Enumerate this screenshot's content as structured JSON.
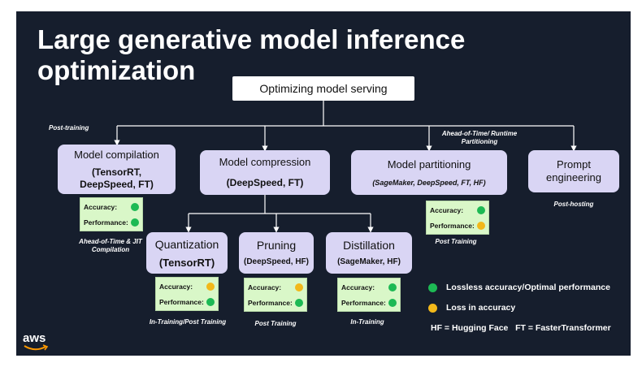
{
  "title_line1": "Large generative model inference",
  "title_line2": "optimization",
  "root": "Optimizing model serving",
  "labels": {
    "post_training": "Post-training",
    "ahead_runtime_l1": "Ahead-of-Time/ Runtime",
    "ahead_runtime_l2": "Partitioning",
    "post_hosting": "Post-hosting",
    "ahead_jit_l1": "Ahead-of-Time & JIT",
    "ahead_jit_l2": "Compilation",
    "post_training_cap1": "Post Training",
    "in_post_training": "In-Training/Post Training",
    "post_training_cap2": "Post Training",
    "in_training": "In-Training"
  },
  "boxes": {
    "compilation": {
      "title": "Model compilation",
      "sub1": "(TensorRT,",
      "sub2": "DeepSpeed, FT)"
    },
    "compression": {
      "title": "Model compression",
      "sub": "(DeepSpeed, FT)"
    },
    "partitioning": {
      "title": "Model partitioning",
      "sub": "(SageMaker, DeepSpeed, FT, HF)"
    },
    "prompt": {
      "title1": "Prompt",
      "title2": "engineering"
    },
    "quantization": {
      "title": "Quantization",
      "sub": "(TensorRT)"
    },
    "pruning": {
      "title": "Pruning",
      "sub": "(DeepSpeed, HF)"
    },
    "distillation": {
      "title": "Distillation",
      "sub": "(SageMaker, HF)"
    }
  },
  "card_labels": {
    "accuracy": "Accuracy:",
    "performance": "Performance:"
  },
  "cards": {
    "compilation": {
      "accuracy": "green",
      "performance": "green"
    },
    "partitioning": {
      "accuracy": "green",
      "performance": "yellow"
    },
    "quantization": {
      "accuracy": "yellow",
      "performance": "green"
    },
    "pruning": {
      "accuracy": "yellow",
      "performance": "green"
    },
    "distillation": {
      "accuracy": "green",
      "performance": "green"
    }
  },
  "legend": {
    "green": "Lossless accuracy/Optimal performance",
    "yellow": "Loss in accuracy",
    "abbrev": "HF = Hugging Face   FT = FasterTransformer"
  },
  "colors": {
    "green": "#1db954",
    "yellow": "#f2b81a",
    "background": "#161e2d",
    "box": "#d9d5f4",
    "card": "#d9f7c8"
  },
  "logo": "aws"
}
